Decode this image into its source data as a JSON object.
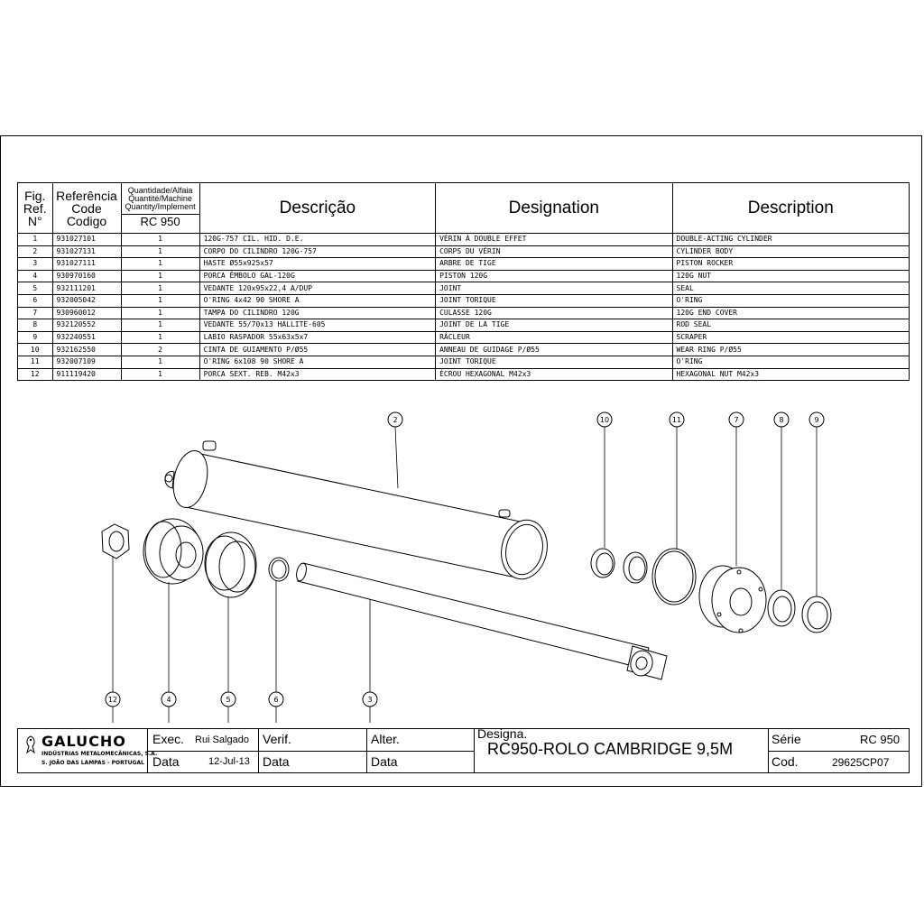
{
  "table": {
    "headers": {
      "fig": [
        "Fig.",
        "Ref.",
        "N°"
      ],
      "ref": [
        "Referência",
        "Code",
        "Codigo"
      ],
      "qty": [
        "Quantidade/Alfaia",
        "Quantité/Machine",
        "Quantity/Implement"
      ],
      "qty_implement": "RC 950",
      "descricao": "Descrição",
      "designation": "Designation",
      "description": "Description"
    },
    "rows": [
      {
        "fig": "1",
        "code": "931027101",
        "qty": "1",
        "pt": "120G-757 CIL. HID. D.E.",
        "fr": "VÉRIN À DOUBLE EFFET",
        "en": "DOUBLE-ACTING CYLINDER"
      },
      {
        "fig": "2",
        "code": "931027131",
        "qty": "1",
        "pt": "CORPO DO CILINDRO 120G-757",
        "fr": "CORPS DU VÉRIN",
        "en": "CYLINDER BODY"
      },
      {
        "fig": "3",
        "code": "931027111",
        "qty": "1",
        "pt": "HASTE Ø55x925x57",
        "fr": "ARBRE DE TIGE",
        "en": "PISTON ROCKER"
      },
      {
        "fig": "4",
        "code": "930970160",
        "qty": "1",
        "pt": "PORCA ÊMBOLO GAL-120G",
        "fr": "PISTON 120G",
        "en": "120G NUT"
      },
      {
        "fig": "5",
        "code": "932111201",
        "qty": "1",
        "pt": "VEDANTE 120x95x22,4 A/DUP",
        "fr": "JOINT",
        "en": "SEAL"
      },
      {
        "fig": "6",
        "code": "932005042",
        "qty": "1",
        "pt": "O'RING 4x42 90 SHORE A",
        "fr": "JOINT TORIQUE",
        "en": "O'RING"
      },
      {
        "fig": "7",
        "code": "930960012",
        "qty": "1",
        "pt": "TAMPA DO CILINDRO 120G",
        "fr": "CULASSE 120G",
        "en": "120G END COVER"
      },
      {
        "fig": "8",
        "code": "932120552",
        "qty": "1",
        "pt": "VEDANTE 55/70x13   HALLITE-605",
        "fr": "JOINT DE LA TIGE",
        "en": "ROD SEAL"
      },
      {
        "fig": "9",
        "code": "932240551",
        "qty": "1",
        "pt": "LABIO RASPADOR 55x63x5x7",
        "fr": "RÂCLEUR",
        "en": "SCRAPER"
      },
      {
        "fig": "10",
        "code": "932162550",
        "qty": "2",
        "pt": "CINTA DE GUIAMENTO P/Ø55",
        "fr": "ANNEAU DE GUIDAGE P/Ø55",
        "en": "WEAR RING P/Ø55"
      },
      {
        "fig": "11",
        "code": "932007109",
        "qty": "1",
        "pt": "O'RING 6x108 90 SHORE A",
        "fr": "JOINT TORIQUE",
        "en": "O'RING"
      },
      {
        "fig": "12",
        "code": "911119420",
        "qty": "1",
        "pt": "PORCA SEXT. REB. M42x3",
        "fr": "ÉCROU HEXAGONAL M42x3",
        "en": "HEXAGONAL NUT M42x3"
      }
    ]
  },
  "drawing": {
    "balloons": [
      "2",
      "10",
      "11",
      "7",
      "8",
      "9",
      "12",
      "4",
      "5",
      "6",
      "3"
    ]
  },
  "title_block": {
    "company": "GALUCHO",
    "company_sub1": "INDÚSTRIAS METALOMECÂNICAS, S.A.",
    "company_sub2": "S. JOÃO DAS LAMPAS - PORTUGAL",
    "exec_label": "Exec.",
    "exec_value": "Rui Salgado",
    "date_label": "Data",
    "date_value": "12-Jul-13",
    "verif_label": "Verif.",
    "verif_date_label": "Data",
    "alter_label": "Alter.",
    "alter_date_label": "Data",
    "designa_label": "Designa.",
    "designa_value": "RC950-ROLO CAMBRIDGE 9,5M",
    "serie_label": "Série",
    "serie_value": "RC 950",
    "cod_label": "Cod.",
    "cod_value": "29625CP07"
  }
}
